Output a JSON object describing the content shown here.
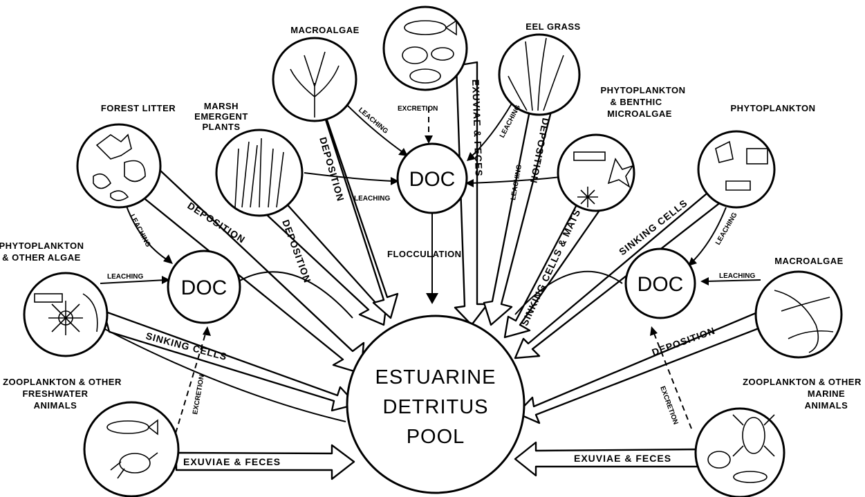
{
  "center": {
    "line1": "ESTUARINE",
    "line2": "DETRITUS",
    "line3": "POOL"
  },
  "doc_nodes": {
    "left": "DOC",
    "top": "DOC",
    "right": "DOC"
  },
  "sources": {
    "forest_litter": "FOREST LITTER",
    "marsh_line1": "MARSH",
    "marsh_line2": "EMERGENT",
    "marsh_line3": "PLANTS",
    "macroalgae_top": "MACROALGAE",
    "eel_grass": "EEL GRASS",
    "phyto_benthic_line1": "PHYTOPLANKTON",
    "phyto_benthic_line2": "& BENTHIC",
    "phyto_benthic_line3": "MICROALGAE",
    "phytoplankton_right": "PHYTOPLANKTON",
    "phyto_other_line1": "PHYTOPLANKTON",
    "phyto_other_line2": "& OTHER ALGAE",
    "macroalgae_right": "MACROALGAE",
    "zoo_fresh_line1": "ZOOPLANKTON & OTHER",
    "zoo_fresh_line2": "FRESHWATER",
    "zoo_fresh_line3": "ANIMALS",
    "zoo_marine_line1": "ZOOPLANKTON & OTHER",
    "zoo_marine_line2": "MARINE",
    "zoo_marine_line3": "ANIMALS"
  },
  "flows": {
    "deposition": "DEPOSITION",
    "sinking_cells": "SINKING CELLS",
    "sinking_cells_mats": "SINKING CELLS & MATS",
    "exuviae_feces": "EXUVIAE & FECES",
    "flocculation": "FLOCCULATION",
    "leaching": "LEACHING",
    "excretion": "EXCRETION"
  }
}
